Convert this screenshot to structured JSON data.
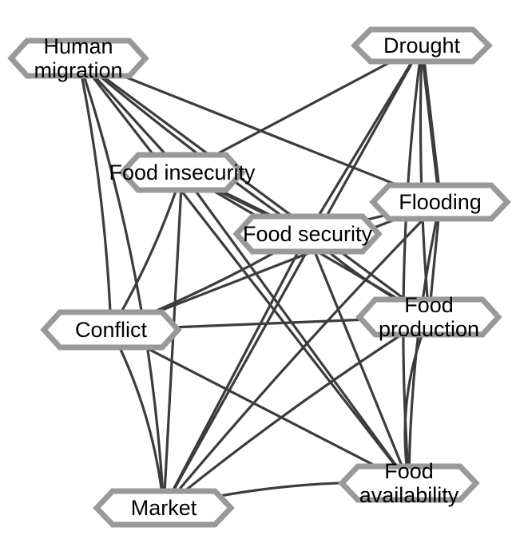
{
  "nodes": [
    {
      "id": "human_migration",
      "lines": [
        "Human",
        "migration"
      ]
    },
    {
      "id": "drought",
      "lines": [
        "Drought"
      ]
    },
    {
      "id": "food_insecurity",
      "lines": [
        "Food insecurity"
      ]
    },
    {
      "id": "flooding",
      "lines": [
        "Flooding"
      ]
    },
    {
      "id": "food_security",
      "lines": [
        "Food security"
      ]
    },
    {
      "id": "conflict",
      "lines": [
        "Conflict"
      ]
    },
    {
      "id": "food_production",
      "lines": [
        "Food",
        "production"
      ]
    },
    {
      "id": "food_availability",
      "lines": [
        "Food",
        "availability"
      ]
    },
    {
      "id": "market",
      "lines": [
        "Market"
      ]
    }
  ],
  "edges": [
    [
      "human_migration",
      "food_insecurity"
    ],
    [
      "human_migration",
      "food_security"
    ],
    [
      "human_migration",
      "flooding"
    ],
    [
      "human_migration",
      "conflict"
    ],
    [
      "human_migration",
      "food_production"
    ],
    [
      "human_migration",
      "food_availability"
    ],
    [
      "human_migration",
      "market"
    ],
    [
      "drought",
      "food_insecurity"
    ],
    [
      "drought",
      "food_security"
    ],
    [
      "drought",
      "flooding"
    ],
    [
      "drought",
      "food_production"
    ],
    [
      "drought",
      "food_availability"
    ],
    [
      "drought",
      "market"
    ],
    [
      "food_insecurity",
      "food_security"
    ],
    [
      "food_insecurity",
      "conflict"
    ],
    [
      "food_insecurity",
      "market"
    ],
    [
      "food_insecurity",
      "food_production"
    ],
    [
      "food_insecurity",
      "food_availability"
    ],
    [
      "food_security",
      "flooding"
    ],
    [
      "food_security",
      "conflict"
    ],
    [
      "food_security",
      "food_production"
    ],
    [
      "food_security",
      "food_availability"
    ],
    [
      "food_security",
      "market"
    ],
    [
      "flooding",
      "food_production"
    ],
    [
      "flooding",
      "food_availability"
    ],
    [
      "flooding",
      "market"
    ],
    [
      "flooding",
      "conflict"
    ],
    [
      "conflict",
      "food_production"
    ],
    [
      "conflict",
      "food_availability"
    ],
    [
      "conflict",
      "market"
    ],
    [
      "food_production",
      "food_availability"
    ],
    [
      "food_production",
      "market"
    ],
    [
      "food_availability",
      "market"
    ]
  ]
}
